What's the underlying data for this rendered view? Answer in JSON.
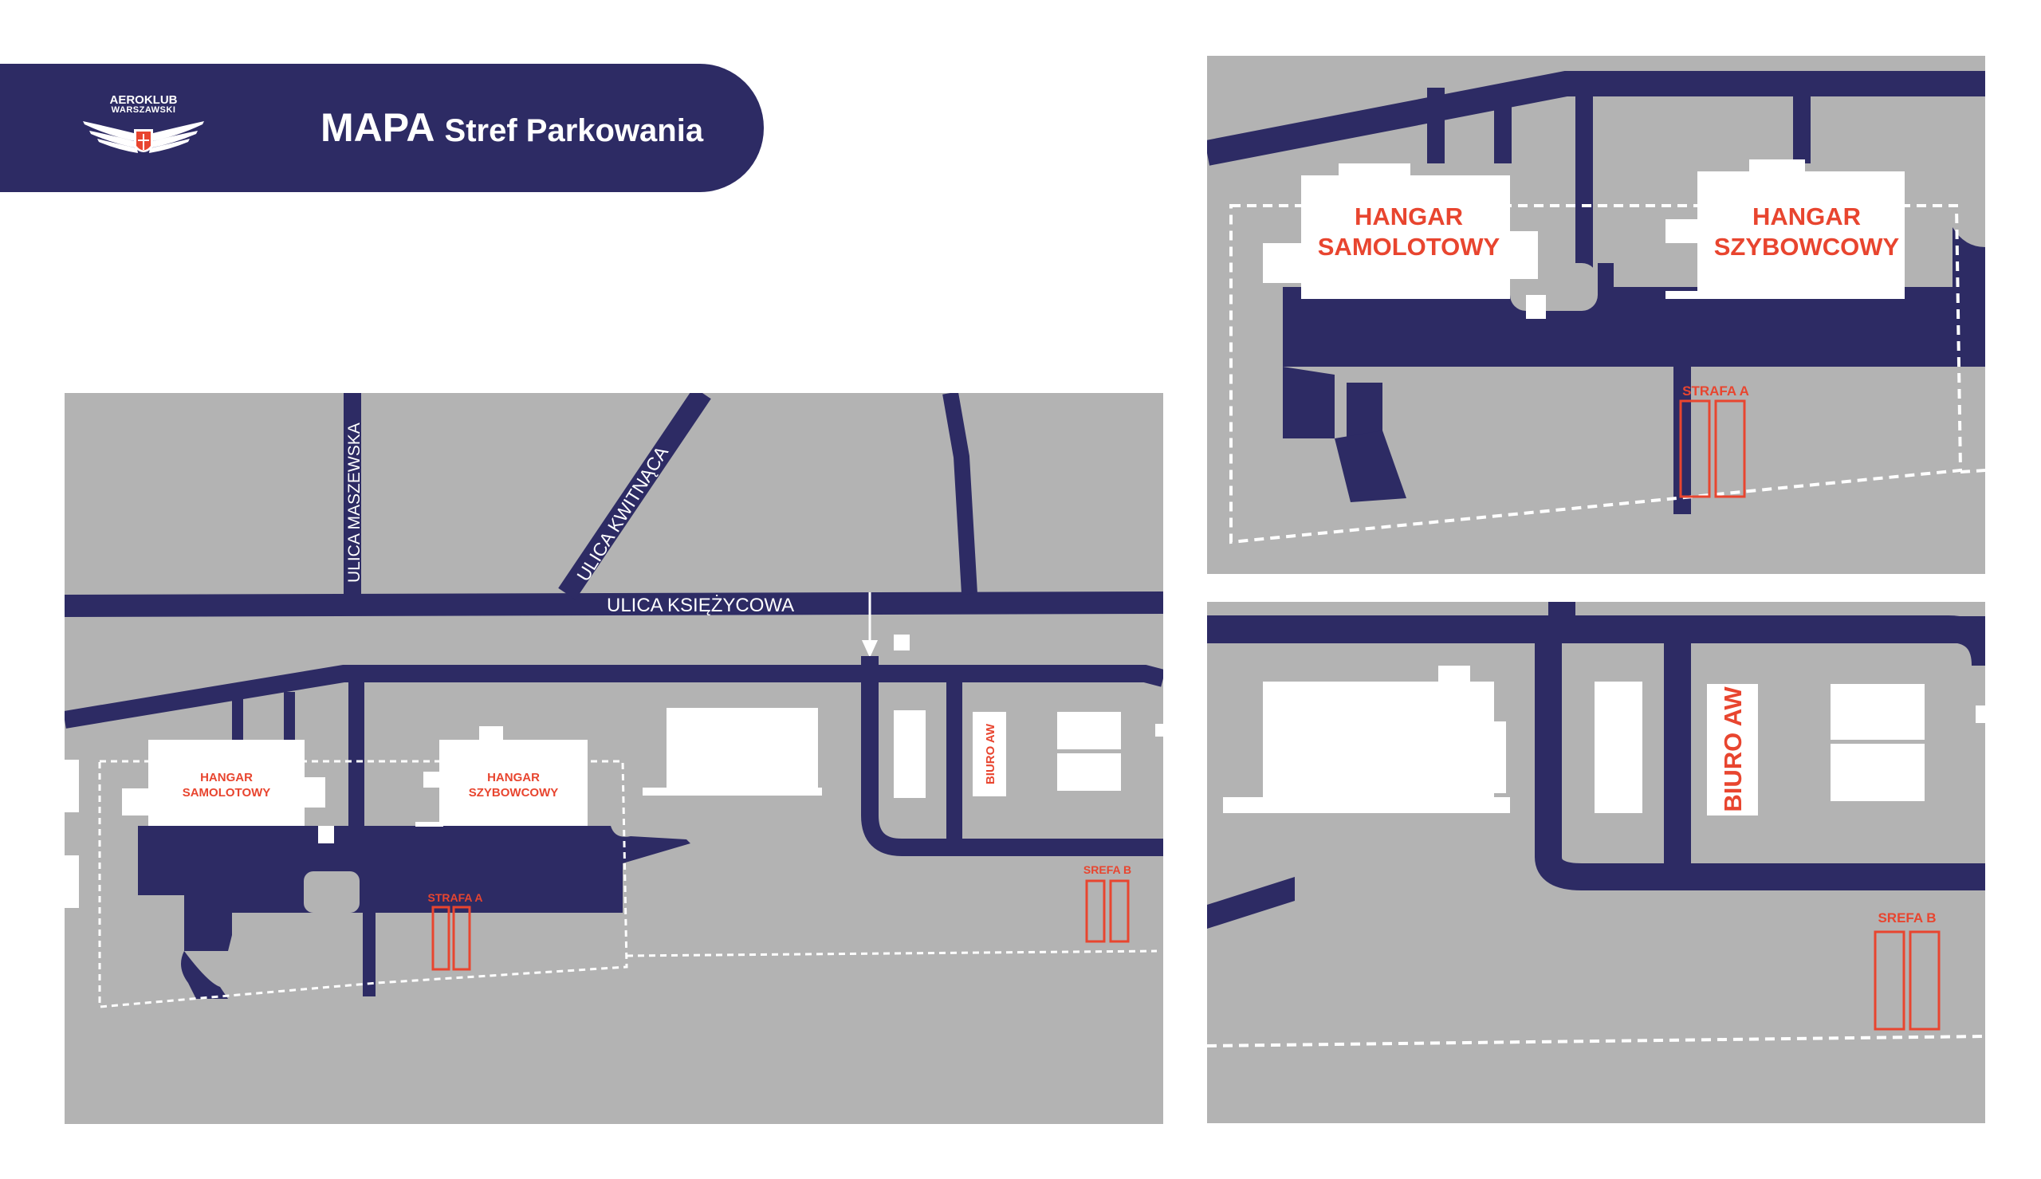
{
  "header": {
    "logo_line1": "AEROKLUB",
    "logo_line2": "WARSZAWSKI",
    "title_main": "MAPA",
    "title_sub": "Stref Parkowania"
  },
  "streets": {
    "maszewska": "ULICA MASZEWSKA",
    "kwitnaca": "ULICA KWITNĄCA",
    "ksiezycowa": "ULICA KSIĘŻYCOWA"
  },
  "labels": {
    "hangar_samolotowy_1": "HANGAR",
    "hangar_samolotowy_2": "SAMOLOTOWY",
    "hangar_szybowcowy_1": "HANGAR",
    "hangar_szybowcowy_2": "SZYBOWCOWY",
    "biuro": "BIURO AW",
    "strefa_a": "STRAFA A",
    "strefa_b": "SREFA B"
  },
  "colors": {
    "brand_navy": "#2d2b64",
    "map_gray": "#b3b3b3",
    "building_white": "#ffffff",
    "label_red": "#e8452f"
  }
}
